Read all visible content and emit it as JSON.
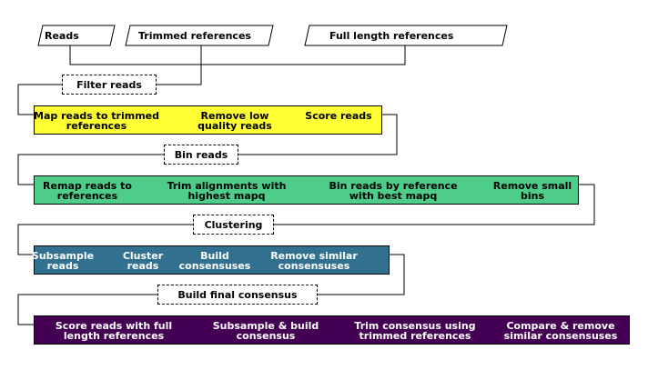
{
  "inputs": [
    {
      "id": "reads",
      "label": "Reads"
    },
    {
      "id": "trimmed",
      "label": "Trimmed references"
    },
    {
      "id": "fulllength",
      "label": "Full length references"
    }
  ],
  "steps": [
    {
      "id": "filter",
      "label": "Filter reads"
    },
    {
      "id": "bin",
      "label": "Bin reads"
    },
    {
      "id": "cluster",
      "label": "Clustering"
    },
    {
      "id": "final",
      "label": "Build final consensus"
    }
  ],
  "stages": [
    {
      "id": "filter",
      "color": "#ffff33",
      "text_color": "#000000",
      "items": [
        "Map reads to trimmed\nreferences",
        "Remove low\nquality reads",
        "Score reads"
      ]
    },
    {
      "id": "bin",
      "color": "#4dcc8a",
      "text_color": "#000000",
      "items": [
        "Remap reads to\nreferences",
        "Trim alignments with\nhighest mapq",
        "Bin reads by reference\nwith best mapq",
        "Remove small\nbins"
      ]
    },
    {
      "id": "cluster",
      "color": "#31718f",
      "text_color": "#ffffff",
      "items": [
        "Subsample\nreads",
        "Cluster\nreads",
        "Build\nconsensuses",
        "Remove similar\nconsensuses"
      ]
    },
    {
      "id": "final",
      "color": "#440154",
      "text_color": "#ffffff",
      "items": [
        "Score reads with full\nlength references",
        "Subsample & build\nconsensus",
        "Trim consensus using\ntrimmed references",
        "Compare & remove\nsimilar consensuses"
      ]
    }
  ]
}
